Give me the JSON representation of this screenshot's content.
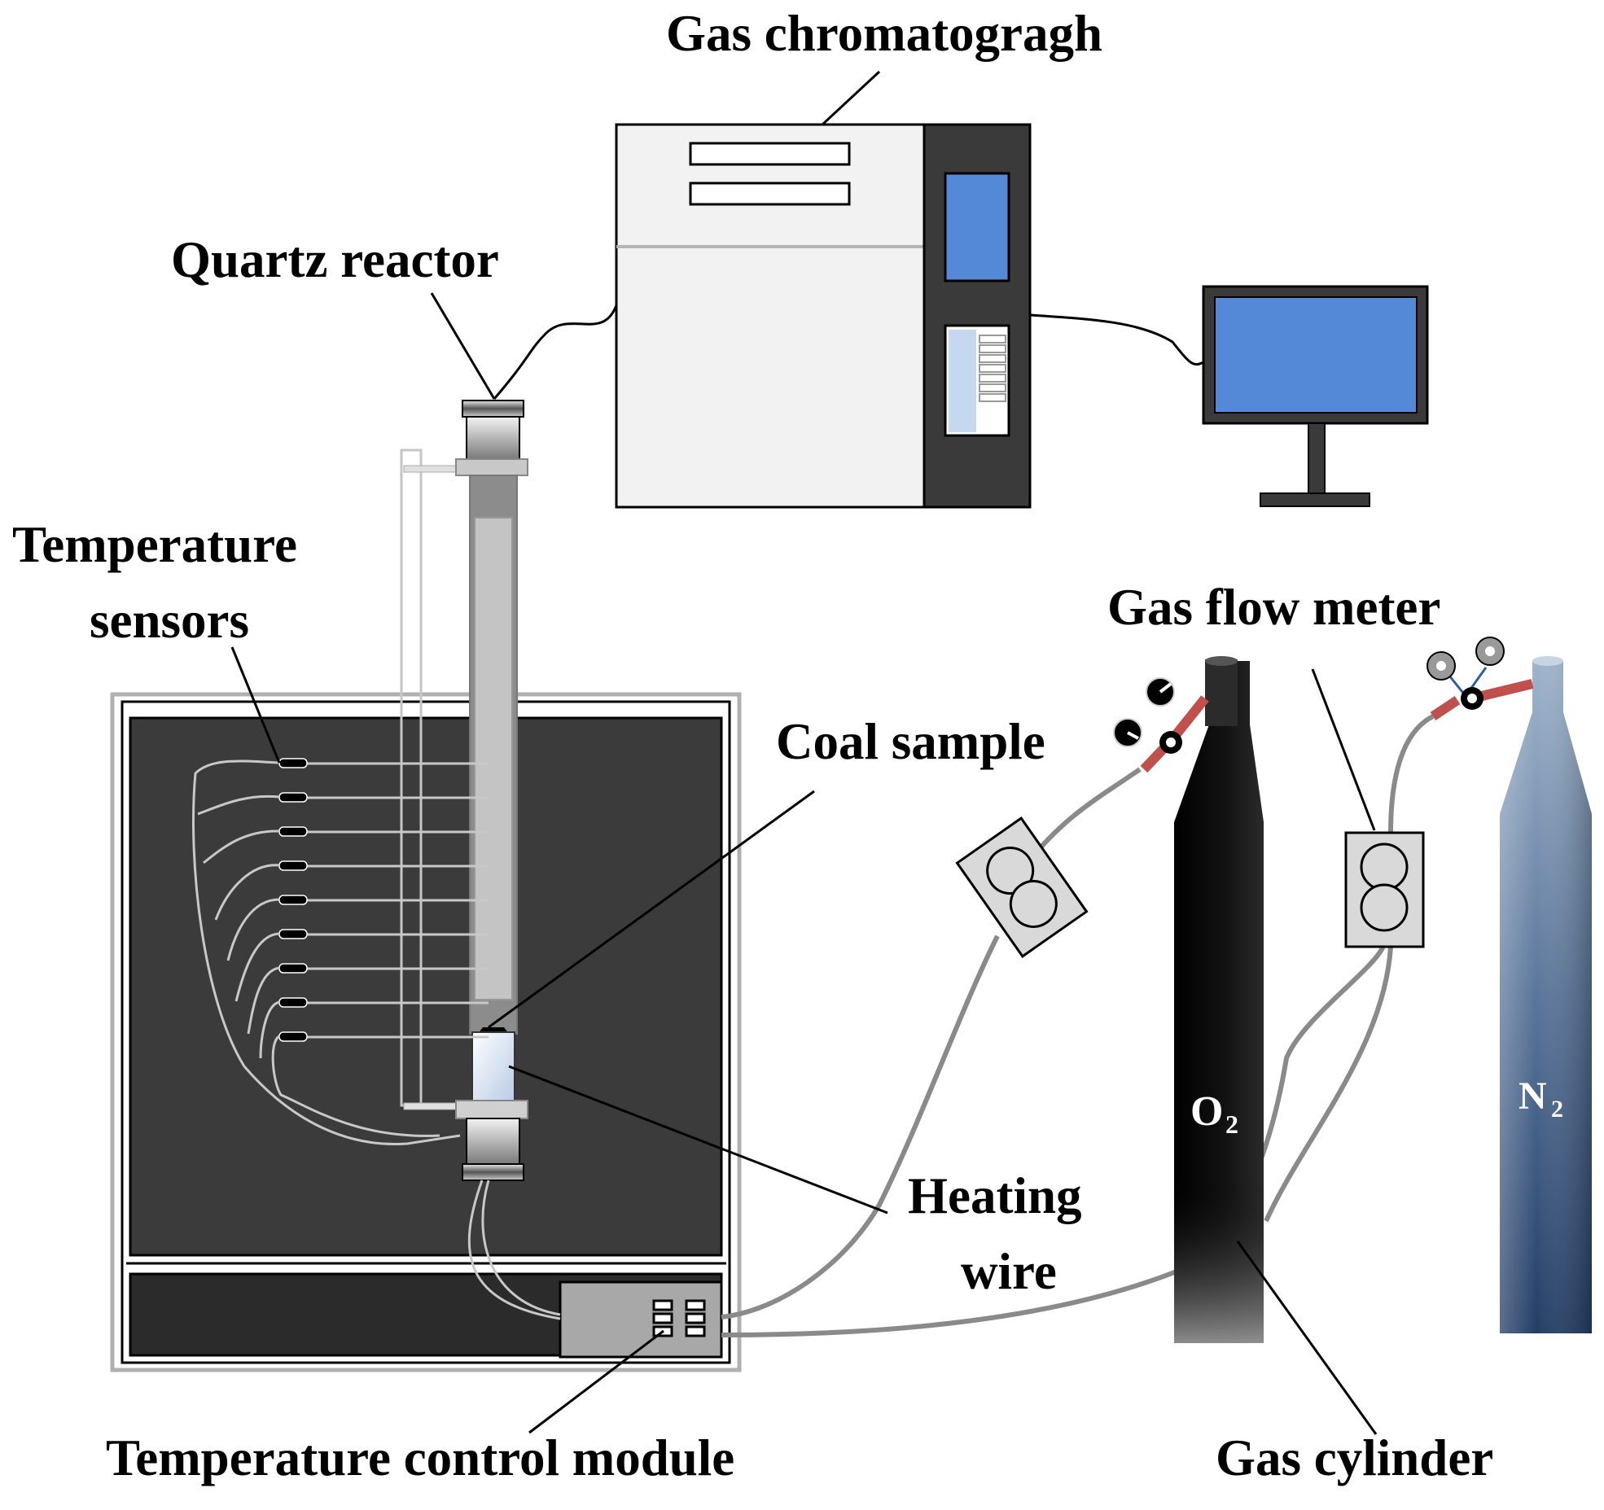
{
  "labels": {
    "gas_chromatograph": "Gas chromatogragh",
    "quartz_reactor": "Quartz reactor",
    "temperature_sensors_line1": "Temperature",
    "temperature_sensors_line2": "sensors",
    "gas_flow_meter": "Gas flow meter",
    "coal_sample": "Coal sample",
    "heating_wire_line1": "Heating",
    "heating_wire_line2": "wire",
    "temperature_control_module": "Temperature control module",
    "gas_cylinder": "Gas cylinder"
  },
  "cylinders": {
    "oxygen": {
      "symbol": "O",
      "subscript": "2"
    },
    "nitrogen": {
      "symbol": "N",
      "subscript": "2"
    }
  },
  "colors": {
    "screen_blue": "#5389d6",
    "oven_dark": "#3b3b3b",
    "gc_panel": "#3a3a3a",
    "gas_line": "#8a8a8a",
    "valve_red": "#c0504d"
  }
}
